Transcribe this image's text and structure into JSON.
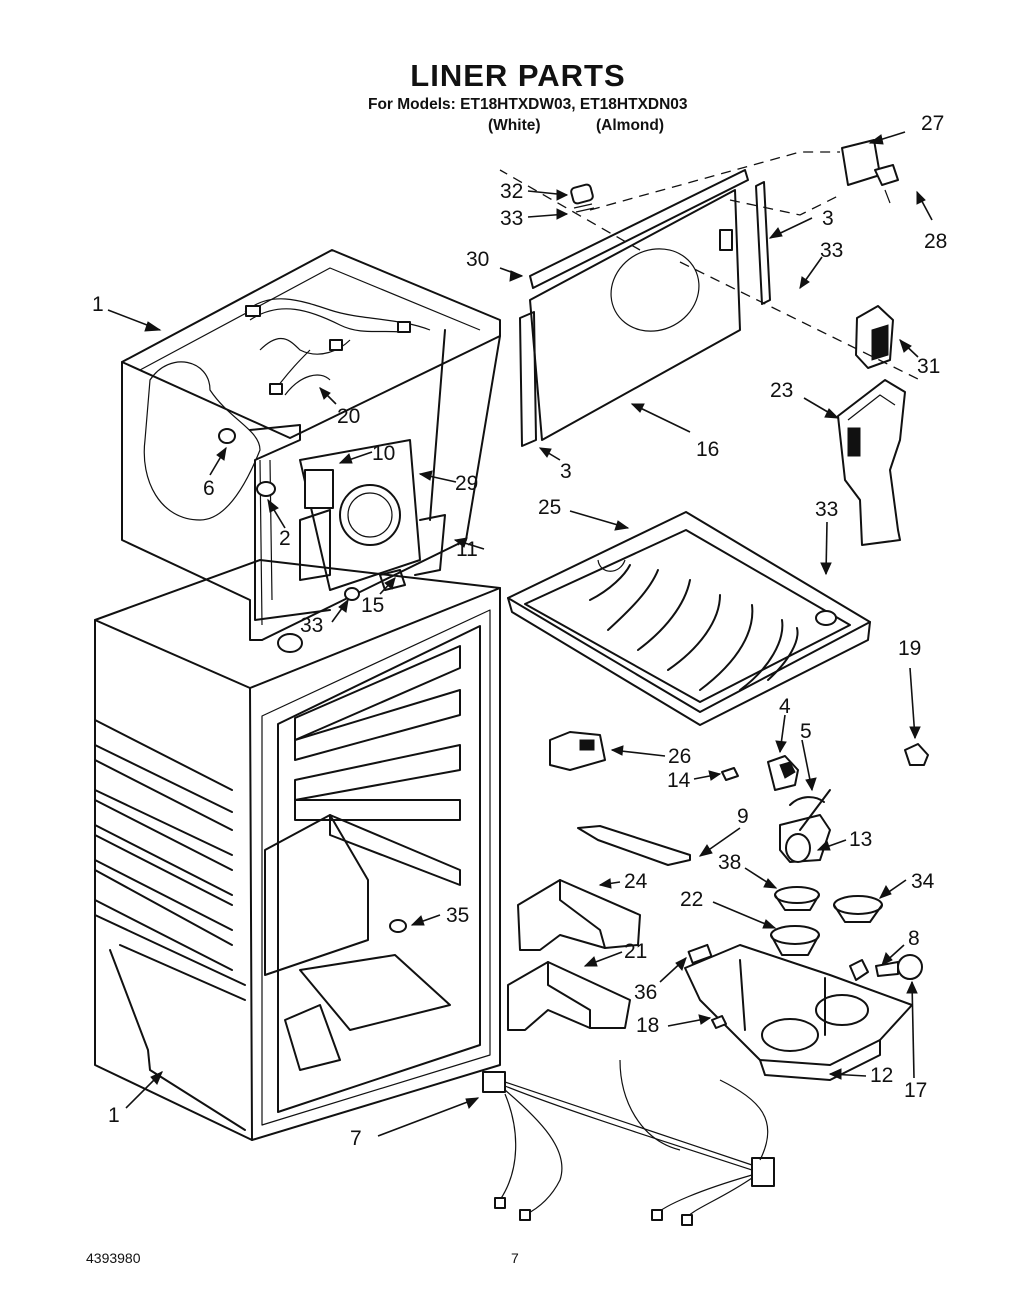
{
  "title": "LINER PARTS",
  "models_line": "For Models: ET18HTXDW03, ET18HTXDN03",
  "model_colors": [
    "(White)",
    "(Almond)"
  ],
  "footer": {
    "doc_number": "4393980",
    "page_number": "7"
  },
  "callouts": [
    "27",
    "32",
    "33",
    "28",
    "3",
    "33",
    "30",
    "1",
    "31",
    "20",
    "23",
    "6",
    "10",
    "29",
    "16",
    "2",
    "3",
    "25",
    "33",
    "11",
    "15",
    "33",
    "19",
    "4",
    "5",
    "26",
    "14",
    "9",
    "13",
    "38",
    "24",
    "34",
    "22",
    "8",
    "35",
    "21",
    "36",
    "18",
    "12",
    "17",
    "1",
    "7"
  ]
}
